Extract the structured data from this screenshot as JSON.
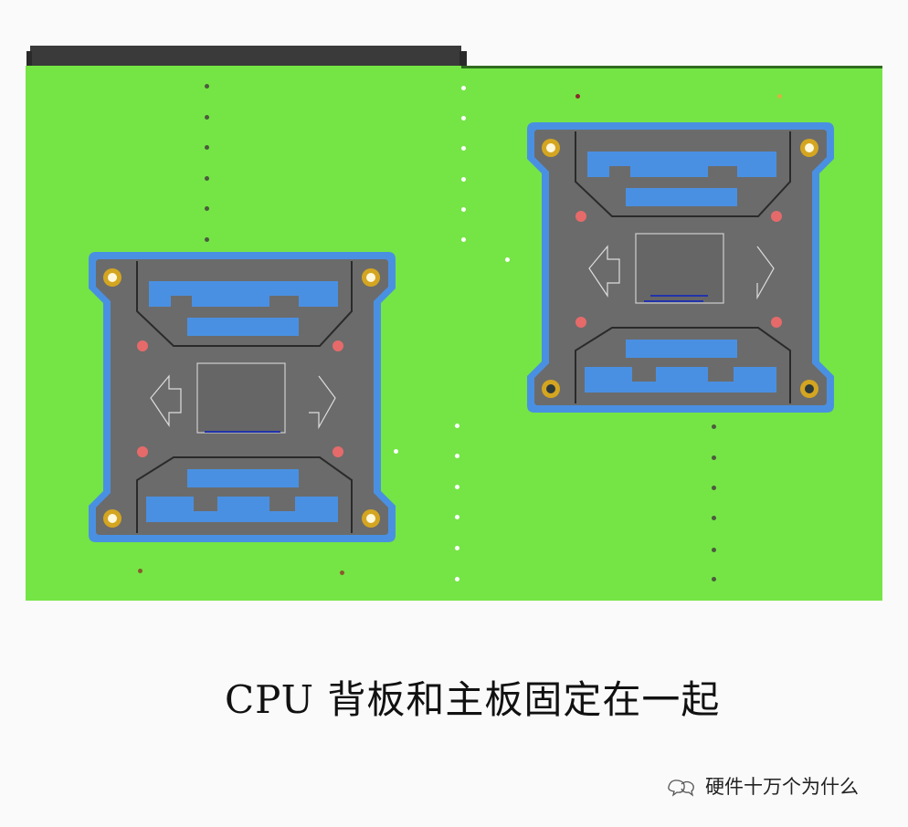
{
  "figure": {
    "caption": "CPU 背板和主板固定在一起",
    "watermark": "硬件十万个为什么",
    "watermark_icon": "wechat-icon"
  },
  "colors": {
    "pcb": "#74e545",
    "backplate_outline": "#4a90e2",
    "backplate_body": "#6e6e6e",
    "screw": "#d4a520",
    "marker": "#e66a6a",
    "caption_text": "#111111",
    "background": "#fafafa"
  },
  "components": {
    "io_bracket": "dark rear I/O bracket along top edge",
    "backplates": [
      {
        "name": "left CPU backplate",
        "screws": 4,
        "markers": 4
      },
      {
        "name": "right CPU backplate",
        "screws": 4,
        "markers": 4
      }
    ]
  }
}
